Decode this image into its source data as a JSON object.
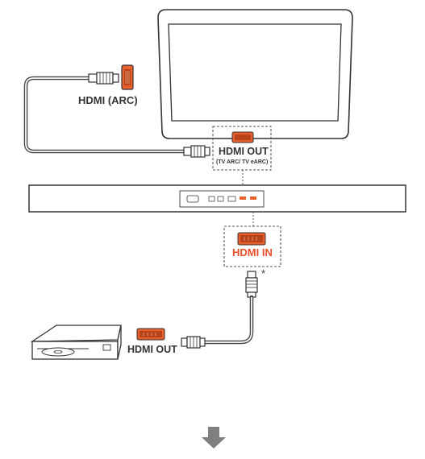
{
  "labels": {
    "tv_port": "HDMI (ARC)",
    "soundbar_out": "HDMI OUT",
    "soundbar_out_sub": "(TV ARC/ TV eARC)",
    "soundbar_in": "HDMI IN",
    "player_out": "HDMI OUT",
    "asterisk": "*"
  },
  "icons": {
    "next_step": "arrow-down-icon"
  },
  "colors": {
    "hdmi_port": "#e8602c",
    "hdmi_port_dark": "#b8421a",
    "highlight_text": "#e8502a",
    "outline": "#333333",
    "cable": "#444444",
    "dashed_box": "#555555",
    "arrow": "#7f7f7f"
  }
}
